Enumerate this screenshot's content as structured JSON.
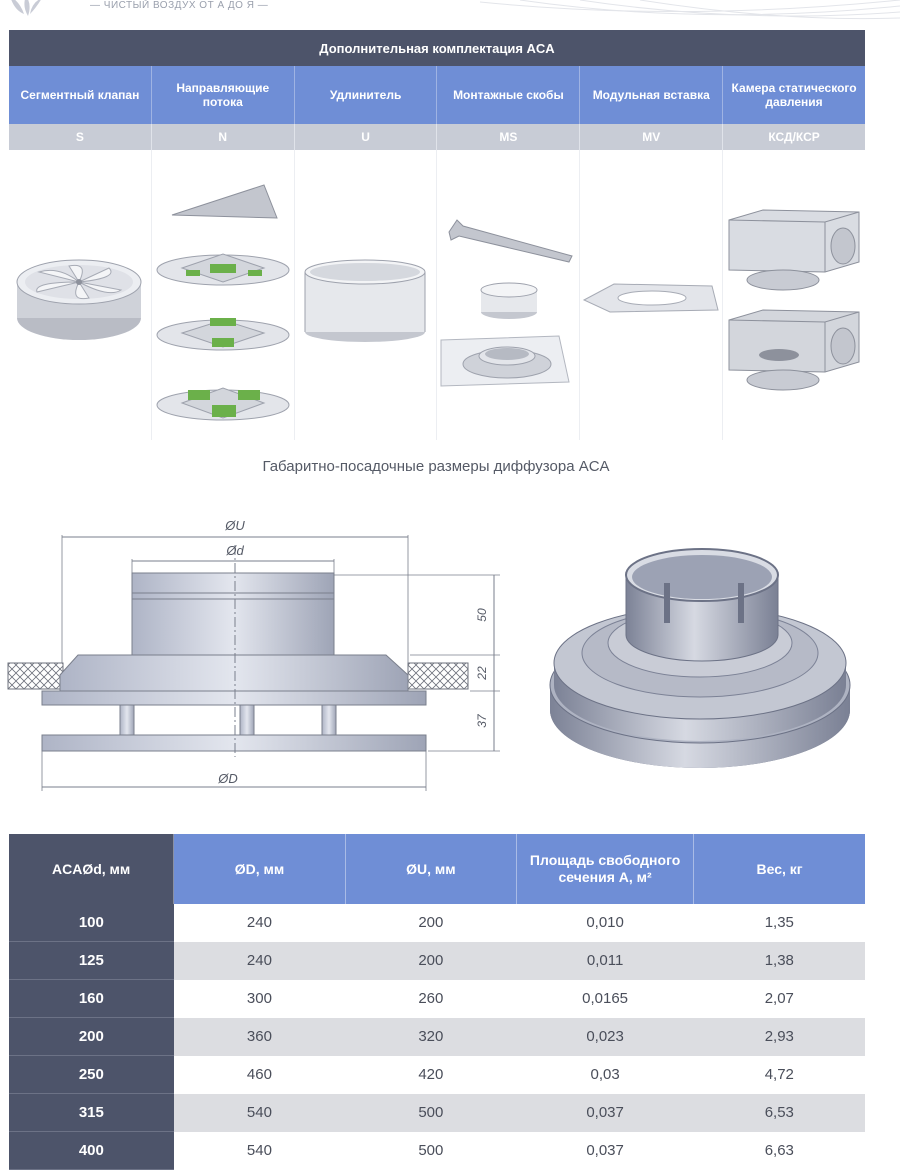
{
  "header": {
    "tagline": "— ЧИСТЫЙ ВОЗДУХ ОТ А ДО Я —"
  },
  "accessories": {
    "title": "Дополнительная комплектация ACA",
    "items": [
      {
        "name": "Сегментный клапан",
        "code": "S"
      },
      {
        "name": "Направляющие потока",
        "code": "N"
      },
      {
        "name": "Удлинитель",
        "code": "U"
      },
      {
        "name": "Монтажные скобы",
        "code": "MS"
      },
      {
        "name": "Модульная вставка",
        "code": "MV"
      },
      {
        "name": "Камера статического давления",
        "code": "КСД/КСР"
      }
    ]
  },
  "drawing": {
    "title": "Габаритно-посадочные размеры диффузора ACA",
    "labels": {
      "U": "ØU",
      "d": "Ød",
      "D": "ØD",
      "h1": "50",
      "h2": "22",
      "h3": "37"
    }
  },
  "dimensions": {
    "headers": [
      "ACAØd, мм",
      "ØD, мм",
      "ØU, мм",
      "Площадь свободного сечения А, м²",
      "Вес, кг"
    ],
    "rows": [
      [
        "100",
        "240",
        "200",
        "0,010",
        "1,35"
      ],
      [
        "125",
        "240",
        "200",
        "0,011",
        "1,38"
      ],
      [
        "160",
        "300",
        "260",
        "0,0165",
        "2,07"
      ],
      [
        "200",
        "360",
        "320",
        "0,023",
        "2,93"
      ],
      [
        "250",
        "460",
        "420",
        "0,03",
        "4,72"
      ],
      [
        "315",
        "540",
        "500",
        "0,037",
        "6,53"
      ],
      [
        "400",
        "540",
        "500",
        "0,037",
        "6,63"
      ]
    ]
  },
  "colors": {
    "dark": "#4d546a",
    "accent": "#6f8ed6",
    "code_bar": "#c8ccd6",
    "stripe": "#dcdde1",
    "green": "#6bb04a"
  }
}
